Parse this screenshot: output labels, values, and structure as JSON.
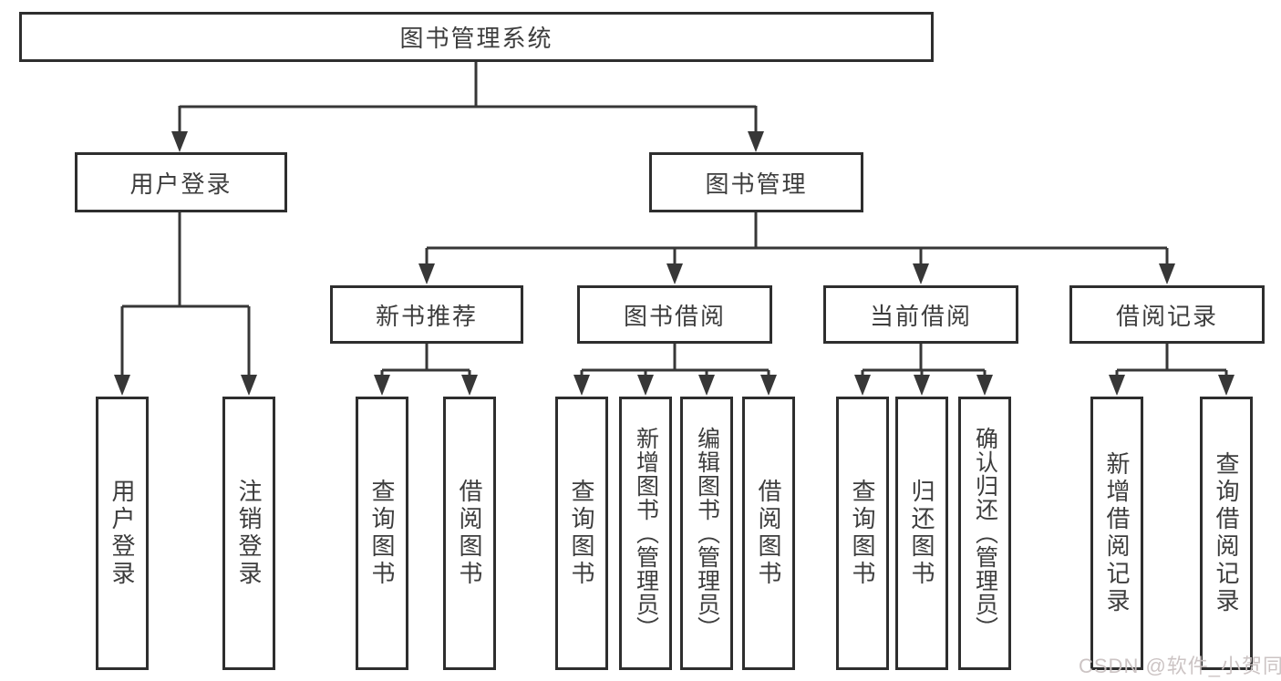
{
  "diagram": {
    "type": "hierarchy-diagram",
    "colors": {
      "background": "#ffffff",
      "line": "#373737",
      "box_border": "#2e2e2e",
      "text": "#3d3d3d",
      "watermark": "#c9c1c1"
    }
  },
  "tree": {
    "root": {
      "label": "图书管理系统",
      "children": [
        {
          "label": "用户登录",
          "children": [
            {
              "label": "用户登录"
            },
            {
              "label": "注销登录"
            }
          ]
        },
        {
          "label": "图书管理",
          "children": [
            {
              "label": "新书推荐",
              "children": [
                {
                  "label": "查询图书"
                },
                {
                  "label": "借阅图书"
                }
              ]
            },
            {
              "label": "图书借阅",
              "children": [
                {
                  "label": "查询图书"
                },
                {
                  "label": "新增图书（管理员）"
                },
                {
                  "label": "编辑图书（管理员）"
                },
                {
                  "label": "借阅图书"
                }
              ]
            },
            {
              "label": "当前借阅",
              "children": [
                {
                  "label": "查询图书"
                },
                {
                  "label": "归还图书"
                },
                {
                  "label": "确认归还（管理员）"
                }
              ]
            },
            {
              "label": "借阅记录",
              "children": [
                {
                  "label": "新增借阅记录"
                },
                {
                  "label": "查询借阅记录"
                }
              ]
            }
          ]
        }
      ]
    }
  },
  "watermark": {
    "text": "CSDN @软件_小贺同学"
  }
}
